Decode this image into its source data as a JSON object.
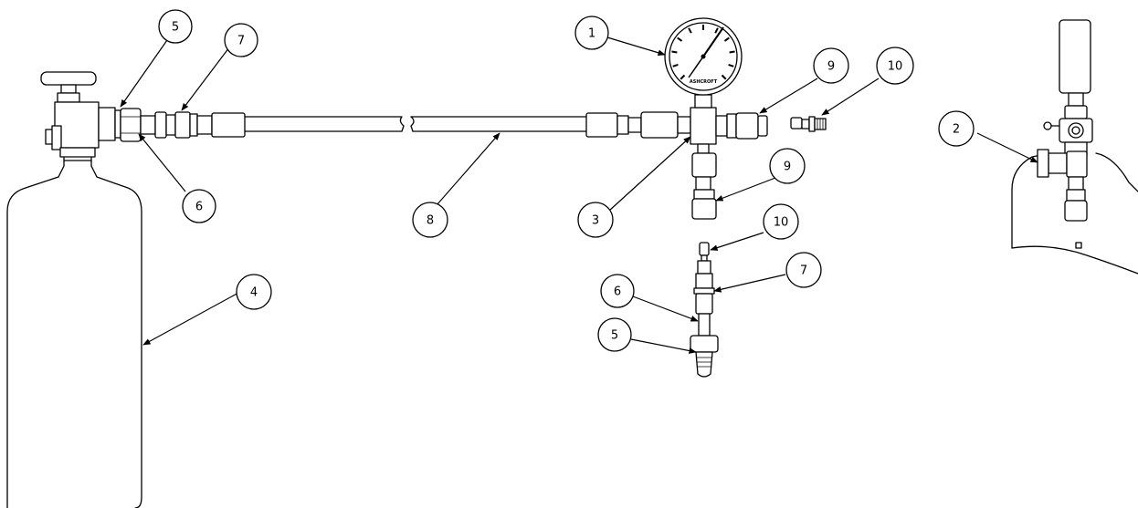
{
  "gauge_brand": "ASHCROFT",
  "callouts": [
    {
      "id": "c1",
      "label": "1"
    },
    {
      "id": "c2",
      "label": "2"
    },
    {
      "id": "c3",
      "label": "3"
    },
    {
      "id": "c4",
      "label": "4"
    },
    {
      "id": "c5a",
      "label": "5"
    },
    {
      "id": "c5b",
      "label": "5"
    },
    {
      "id": "c6a",
      "label": "6"
    },
    {
      "id": "c6b",
      "label": "6"
    },
    {
      "id": "c7a",
      "label": "7"
    },
    {
      "id": "c7b",
      "label": "7"
    },
    {
      "id": "c8",
      "label": "8"
    },
    {
      "id": "c9a",
      "label": "9"
    },
    {
      "id": "c9b",
      "label": "9"
    },
    {
      "id": "c10a",
      "label": "10"
    },
    {
      "id": "c10b",
      "label": "10"
    }
  ]
}
